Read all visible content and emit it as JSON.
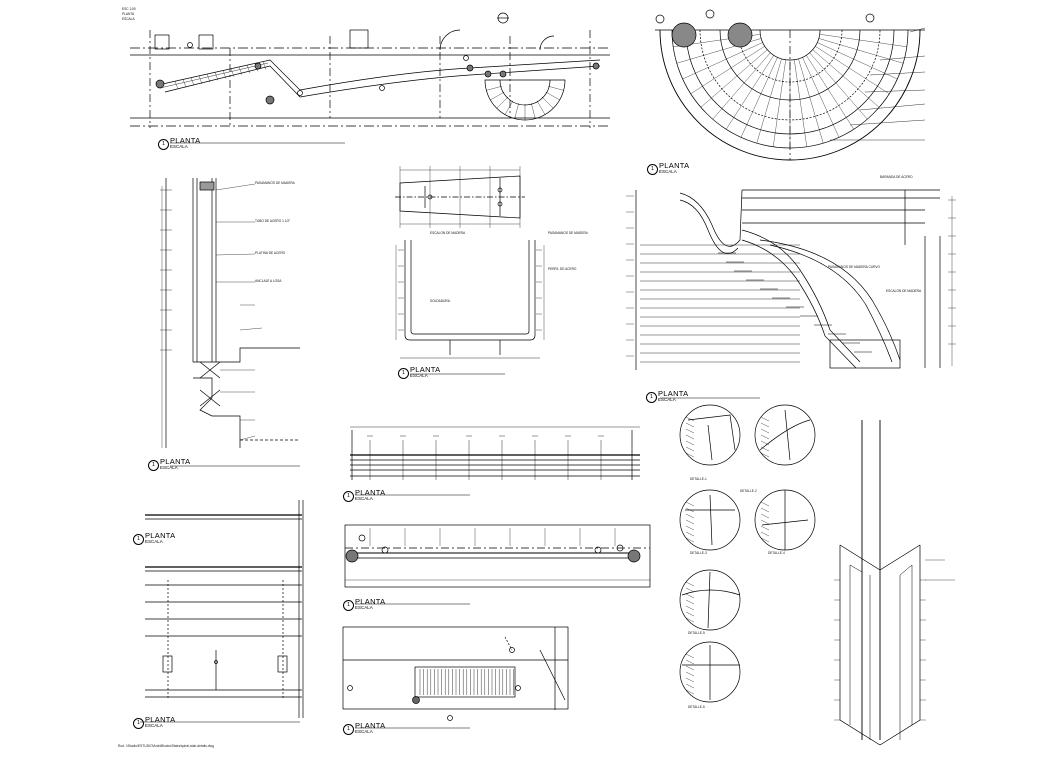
{
  "sheet": {
    "header_block": [
      "ESC 1:50",
      "PLANTA",
      "ESCALA"
    ],
    "path_note": "Rod. \\\\Studio\\ESTUDIO\\ArchiBlocks\\Stairs\\spiral-stair-details.dwg",
    "colors": {
      "ink": "#000000",
      "paper": "#ffffff",
      "fill": "#9a9a9a"
    }
  },
  "views": [
    {
      "id": "v1",
      "title": "PLANTA",
      "scale": "ESCALA",
      "marker": "1"
    },
    {
      "id": "v2",
      "title": "PLANTA",
      "scale": "ESCALA",
      "marker": "1"
    },
    {
      "id": "v3",
      "title": "PLANTA",
      "scale": "ESCALA",
      "marker": "1"
    },
    {
      "id": "v4",
      "title": "PLANTA",
      "scale": "ESCALA",
      "marker": "1"
    },
    {
      "id": "v5",
      "title": "PLANTA",
      "scale": "ESCALA",
      "marker": "1"
    },
    {
      "id": "v6",
      "title": "PLANTA",
      "scale": "ESCALA",
      "marker": "1"
    },
    {
      "id": "v7",
      "title": "PLANTA",
      "scale": "ESCALA",
      "marker": "1"
    },
    {
      "id": "v8",
      "title": "PLANTA",
      "scale": "ESCALA",
      "marker": "1"
    },
    {
      "id": "v9",
      "title": "PLANTA",
      "scale": "ESCALA",
      "marker": "1"
    },
    {
      "id": "v10",
      "title": "PLANTA",
      "scale": "ESCALA",
      "marker": "1"
    }
  ],
  "details": [
    "DETALLE-1",
    "DETALLE-2",
    "DETALLE-3",
    "DETALLE-4",
    "DETALLE-5",
    "DETALLE-6"
  ],
  "annotations": {
    "rail": [
      "PASAMANOS DE MADERA",
      "TUBO DE ACERO 1 1/2\"",
      "PLATINA DE ACERO",
      "ANCLAJE A LOSA"
    ],
    "section": [
      "PASAMANOS DE MADERA",
      "PERFIL DE ACERO",
      "ESCALON DE MADERA",
      "SOLDADURA"
    ],
    "stair": [
      "BARANDA DE ACERO",
      "PASAMANOS DE MADERA CURVO",
      "ESCALON DE MADERA"
    ]
  }
}
